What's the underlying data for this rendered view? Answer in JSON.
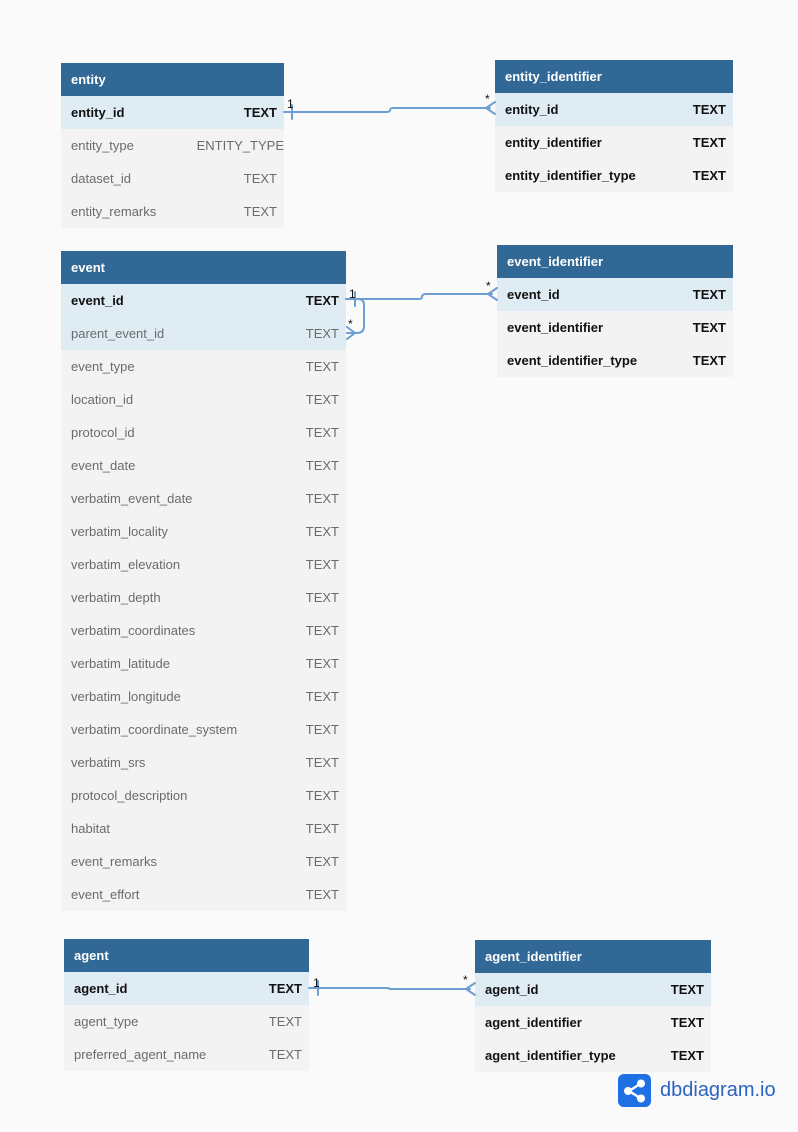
{
  "tables": {
    "entity": {
      "name": "entity",
      "fields": [
        {
          "name": "entity_id",
          "type": "TEXT"
        },
        {
          "name": "entity_type",
          "type": "ENTITY_TYPE"
        },
        {
          "name": "dataset_id",
          "type": "TEXT"
        },
        {
          "name": "entity_remarks",
          "type": "TEXT"
        }
      ]
    },
    "entity_identifier": {
      "name": "entity_identifier",
      "fields": [
        {
          "name": "entity_id",
          "type": "TEXT"
        },
        {
          "name": "entity_identifier",
          "type": "TEXT"
        },
        {
          "name": "entity_identifier_type",
          "type": "TEXT"
        }
      ]
    },
    "event": {
      "name": "event",
      "fields": [
        {
          "name": "event_id",
          "type": "TEXT"
        },
        {
          "name": "parent_event_id",
          "type": "TEXT"
        },
        {
          "name": "event_type",
          "type": "TEXT"
        },
        {
          "name": "location_id",
          "type": "TEXT"
        },
        {
          "name": "protocol_id",
          "type": "TEXT"
        },
        {
          "name": "event_date",
          "type": "TEXT"
        },
        {
          "name": "verbatim_event_date",
          "type": "TEXT"
        },
        {
          "name": "verbatim_locality",
          "type": "TEXT"
        },
        {
          "name": "verbatim_elevation",
          "type": "TEXT"
        },
        {
          "name": "verbatim_depth",
          "type": "TEXT"
        },
        {
          "name": "verbatim_coordinates",
          "type": "TEXT"
        },
        {
          "name": "verbatim_latitude",
          "type": "TEXT"
        },
        {
          "name": "verbatim_longitude",
          "type": "TEXT"
        },
        {
          "name": "verbatim_coordinate_system",
          "type": "TEXT"
        },
        {
          "name": "verbatim_srs",
          "type": "TEXT"
        },
        {
          "name": "protocol_description",
          "type": "TEXT"
        },
        {
          "name": "habitat",
          "type": "TEXT"
        },
        {
          "name": "event_remarks",
          "type": "TEXT"
        },
        {
          "name": "event_effort",
          "type": "TEXT"
        }
      ]
    },
    "event_identifier": {
      "name": "event_identifier",
      "fields": [
        {
          "name": "event_id",
          "type": "TEXT"
        },
        {
          "name": "event_identifier",
          "type": "TEXT"
        },
        {
          "name": "event_identifier_type",
          "type": "TEXT"
        }
      ]
    },
    "agent": {
      "name": "agent",
      "fields": [
        {
          "name": "agent_id",
          "type": "TEXT"
        },
        {
          "name": "agent_type",
          "type": "TEXT"
        },
        {
          "name": "preferred_agent_name",
          "type": "TEXT"
        }
      ]
    },
    "agent_identifier": {
      "name": "agent_identifier",
      "fields": [
        {
          "name": "agent_id",
          "type": "TEXT"
        },
        {
          "name": "agent_identifier",
          "type": "TEXT"
        },
        {
          "name": "agent_identifier_type",
          "type": "TEXT"
        }
      ]
    }
  },
  "relations": [
    {
      "from": "entity.entity_id",
      "to": "entity_identifier.entity_id",
      "from_card": "1",
      "to_card": "*"
    },
    {
      "from": "event.event_id",
      "to": "event_identifier.event_id",
      "from_card": "1",
      "to_card": "*"
    },
    {
      "from": "event.event_id",
      "to": "event.parent_event_id",
      "from_card": "1",
      "to_card": "*"
    },
    {
      "from": "agent.agent_id",
      "to": "agent_identifier.agent_id",
      "from_card": "1",
      "to_card": "*"
    }
  ],
  "branding": {
    "text": "dbdiagram.io",
    "icon": "share-nodes-icon"
  },
  "colors": {
    "header": "#316896",
    "highlight_row": "#dfecf4",
    "row": "#f3f3f3",
    "relation": "#6b9fd3",
    "brand": "#1f6fe5"
  }
}
